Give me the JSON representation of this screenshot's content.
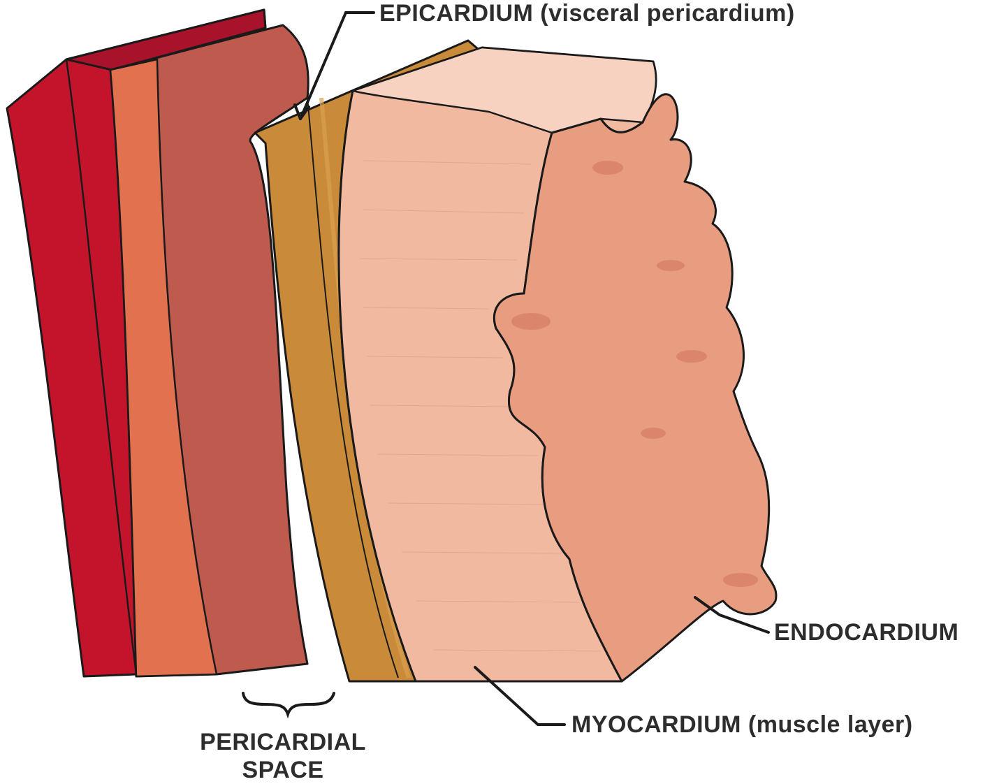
{
  "labels": {
    "epicardium": "EPICARDIUM (visceral pericardium)",
    "endocardium": "ENDOCARDIUM",
    "myocardium": "MYOCARDIUM (muscle layer)",
    "pericardial_space_line1": "PERICARDIAL",
    "pericardial_space_line2": "SPACE"
  },
  "colors": {
    "outer_layer": "#c4142b",
    "outer_layer_top": "#a8122a",
    "parietal_inner": "#e2714f",
    "parietal_middle": "#bf5a4f",
    "epicardium": "#c98a3a",
    "epicardium_light": "#d9a050",
    "myocardium": "#f1b9a0",
    "myocardium_top": "#f7d2c0",
    "endocardium": "#e89c80",
    "endocardium_shadow": "#d88068",
    "outline": "#1a1a1a"
  }
}
